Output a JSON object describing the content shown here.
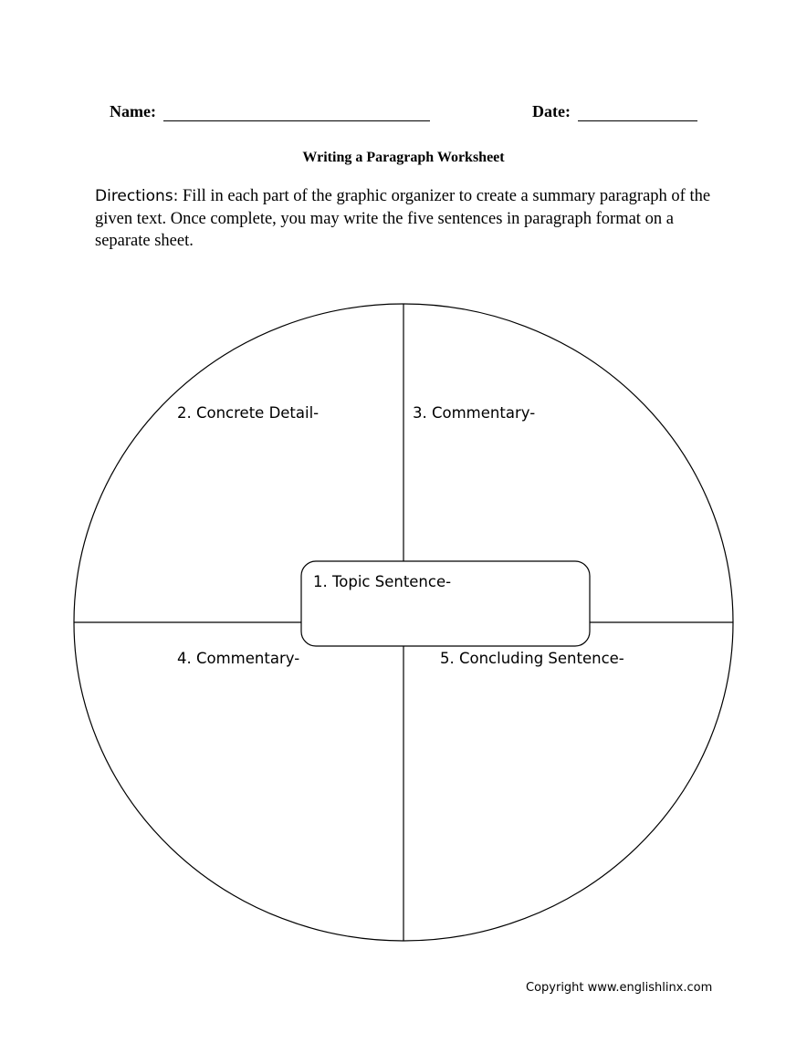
{
  "header": {
    "name_label": "Name:",
    "date_label": "Date:"
  },
  "title": "Writing a Paragraph Worksheet",
  "directions": {
    "label": "Directions:",
    "text": " Fill in each part of the graphic organizer to create a summary paragraph of the given text. Once complete, you may write the five sentences in paragraph format on a separate sheet."
  },
  "organizer": {
    "concrete_detail": "2. Concrete Detail-",
    "commentary_top": "3. Commentary-",
    "topic_sentence": "1. Topic Sentence-",
    "commentary_bottom": "4. Commentary-",
    "concluding_sentence": "5. Concluding Sentence-"
  },
  "footer": {
    "copyright": "Copyright www.englishlinx.com"
  }
}
